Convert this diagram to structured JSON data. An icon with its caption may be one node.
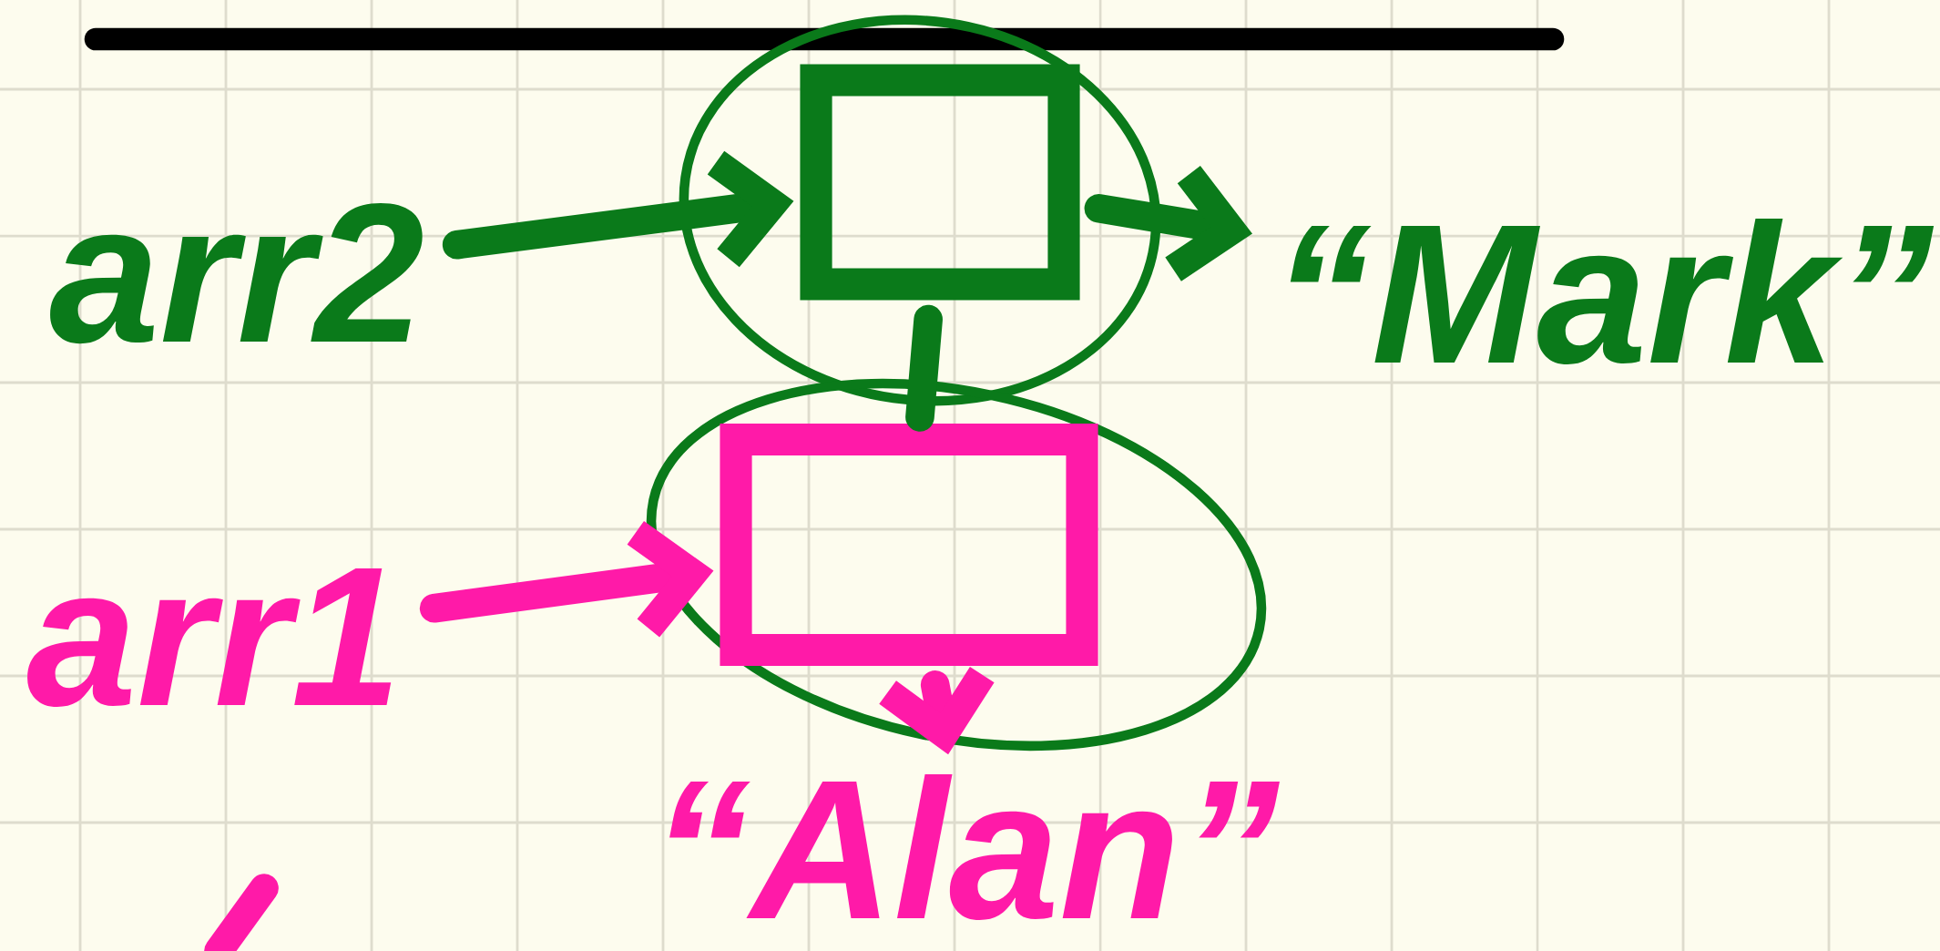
{
  "diagram": {
    "nodes": [
      {
        "text": [
          "arr2"
        ]
      },
      {
        "text": [],
        "shape": "box"
      },
      {
        "text": [
          "“Mark”"
        ]
      },
      {
        "text": [
          "arr1"
        ]
      },
      {
        "text": [],
        "shape": "box"
      },
      {
        "text": [
          "“Alan”"
        ]
      }
    ],
    "edges": [
      {
        "from": 0,
        "to": 1,
        "arrow": "to"
      },
      {
        "from": 1,
        "to": 2,
        "arrow": "to"
      },
      {
        "from": 1,
        "to": 4,
        "arrow": "none"
      },
      {
        "from": 3,
        "to": 4,
        "arrow": "to",
        "color": "#ff1aa8"
      },
      {
        "from": 4,
        "to": 5,
        "arrow": "to",
        "color": "#ff1aa8"
      }
    ]
  }
}
